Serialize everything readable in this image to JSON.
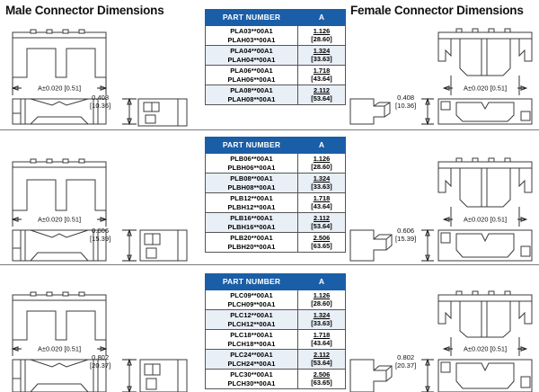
{
  "headings": {
    "male": "Male Connector Dimensions",
    "female": "Female Connector Dimensions"
  },
  "colors": {
    "table_header_blue": "#1a5ea8",
    "table_row_alt": "#e9eff6",
    "line": "#3b3b3b",
    "text": "#000000"
  },
  "table_header": {
    "part_number": "PART NUMBER",
    "a": "A"
  },
  "common_dimensions": {
    "width_label": "A±0.020 [0.51]"
  },
  "sections": [
    {
      "id": "section-a",
      "height_inch": "0.408",
      "height_mm": "[10.36]",
      "width_label": "A±0.020 [0.51]",
      "table": {
        "header": {
          "part_number": "PART NUMBER",
          "a": "A"
        },
        "rows": [
          {
            "pn1": "PLA03**00A1",
            "pn2": "PLAH03**00A1",
            "a_inch": "1.126",
            "a_mm": "[28.60]"
          },
          {
            "pn1": "PLA04**00A1",
            "pn2": "PLAH04**00A1",
            "a_inch": "1.324",
            "a_mm": "[33.63]"
          },
          {
            "pn1": "PLA06**00A1",
            "pn2": "PLAH06**00A1",
            "a_inch": "1.718",
            "a_mm": "[43.64]"
          },
          {
            "pn1": "PLA08**00A1",
            "pn2": "PLAH08**00A1",
            "a_inch": "2.112",
            "a_mm": "[53.64]"
          }
        ]
      }
    },
    {
      "id": "section-b",
      "height_inch": "0.606",
      "height_mm": "[15.39]",
      "width_label": "A±0.020 [0.51]",
      "table": {
        "header": {
          "part_number": "PART NUMBER",
          "a": "A"
        },
        "rows": [
          {
            "pn1": "PLB06**00A1",
            "pn2": "PLBH06**00A1",
            "a_inch": "1.126",
            "a_mm": "[28.60]"
          },
          {
            "pn1": "PLB08**00A1",
            "pn2": "PLBH08**00A1",
            "a_inch": "1.324",
            "a_mm": "[33.63]"
          },
          {
            "pn1": "PLB12**00A1",
            "pn2": "PLBH12**00A1",
            "a_inch": "1.718",
            "a_mm": "[43.64]"
          },
          {
            "pn1": "PLB16**00A1",
            "pn2": "PLBH16**00A1",
            "a_inch": "2.112",
            "a_mm": "[53.64]"
          },
          {
            "pn1": "PLB20**00A1",
            "pn2": "PLBH20**00A1",
            "a_inch": "2.506",
            "a_mm": "[63.65]"
          }
        ]
      }
    },
    {
      "id": "section-c",
      "height_inch": "0.802",
      "height_mm": "[20.37]",
      "width_label": "A±0.020 [0.51]",
      "table": {
        "header": {
          "part_number": "PART NUMBER",
          "a": "A"
        },
        "rows": [
          {
            "pn1": "PLC09**00A1",
            "pn2": "PLCH09**00A1",
            "a_inch": "1.126",
            "a_mm": "[28.60]"
          },
          {
            "pn1": "PLC12**00A1",
            "pn2": "PLCH12**00A1",
            "a_inch": "1.324",
            "a_mm": "[33.63]"
          },
          {
            "pn1": "PLC18**00A1",
            "pn2": "PLCH18**00A1",
            "a_inch": "1.718",
            "a_mm": "[43.64]"
          },
          {
            "pn1": "PLC24**00A1",
            "pn2": "PLCH24**00A1",
            "a_inch": "2.112",
            "a_mm": "[53.64]"
          },
          {
            "pn1": "PLC30**00A1",
            "pn2": "PLCH30**00A1",
            "a_inch": "2.506",
            "a_mm": "[63.65]"
          }
        ]
      }
    }
  ]
}
